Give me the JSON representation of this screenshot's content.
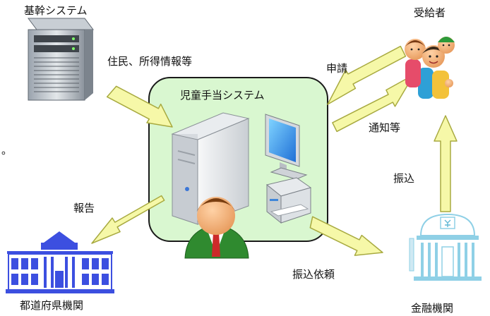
{
  "center": {
    "title": "児童手当システム"
  },
  "nodes": {
    "core_system": "基幹システム",
    "recipients": "受給者",
    "prefecture": "都道府県機関",
    "bank": "金融機関"
  },
  "flows": {
    "resident_income": "住民、所得情報等",
    "application": "申請",
    "notification": "通知等",
    "transfer": "振込",
    "report": "報告",
    "transfer_request": "振込依頼"
  },
  "stray_text": "。",
  "colors": {
    "box_fill": "#d9f7d0",
    "box_stroke": "#1a1a1a",
    "arrow_fill": "#f6f8a8",
    "arrow_stroke": "#a8aa40",
    "building_blue": "#3c4fe0",
    "bank_teal": "#8fd0e6"
  },
  "icons": {
    "core_system": "server-rack-icon",
    "recipients": "family-icon",
    "prefecture": "government-building-icon",
    "bank": "bank-building-icon",
    "computer": "pc-tower-icon",
    "monitor": "monitor-icon",
    "printer": "printer-icon",
    "operator": "operator-person-icon"
  }
}
